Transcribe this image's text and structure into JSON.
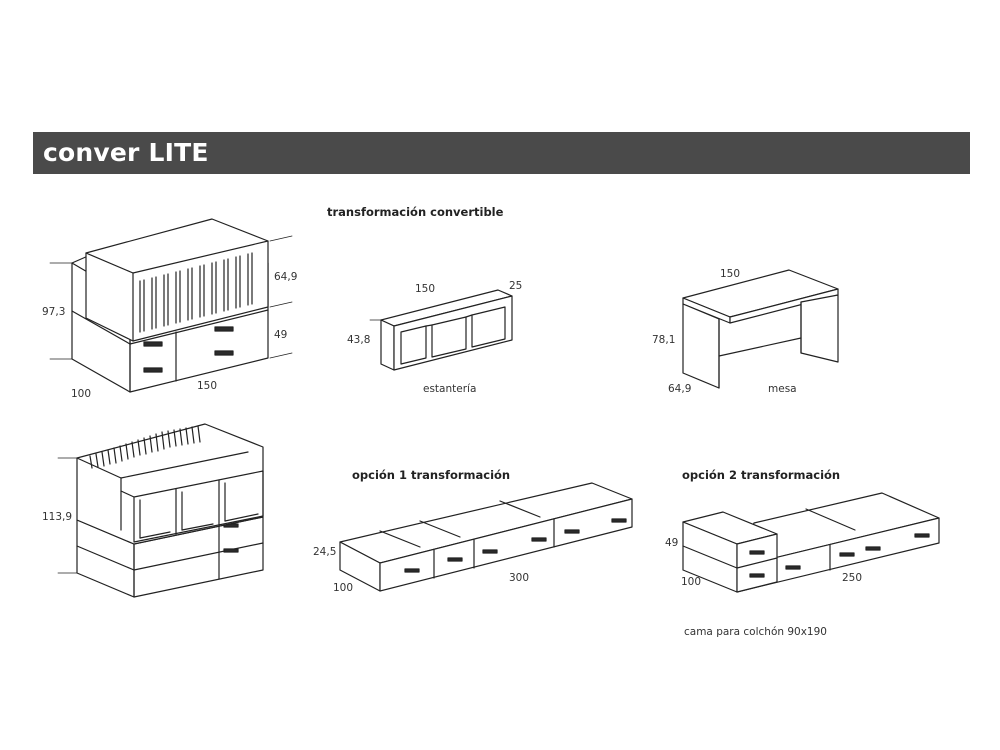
{
  "header": {
    "title": "conver LITE"
  },
  "sections": {
    "convertible": "transformación convertible",
    "option1": "opción 1 transformación",
    "option2": "opción 2 transformación"
  },
  "crib": {
    "height": "97,3",
    "depth": "100",
    "width": "150",
    "top_height": "64,9",
    "drawer_height": "49"
  },
  "cot_with_shelf": {
    "height": "113,9"
  },
  "shelf": {
    "width": "150",
    "depth": "25",
    "height": "43,8",
    "caption": "estantería"
  },
  "desk": {
    "width": "150",
    "height": "78,1",
    "depth": "64,9",
    "caption": "mesa"
  },
  "option1": {
    "height": "24,5",
    "depth": "100",
    "length": "300"
  },
  "option2": {
    "height": "49",
    "depth": "100",
    "length": "250",
    "caption": "cama para colchón 90x190"
  },
  "colors": {
    "banner": "#4a4a4a",
    "banner_text": "#ffffff",
    "line": "#222222"
  }
}
